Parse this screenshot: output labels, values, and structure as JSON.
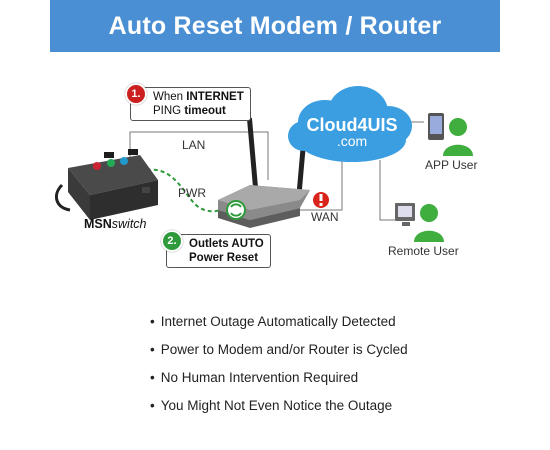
{
  "banner": {
    "title": "Auto Reset Modem / Router"
  },
  "callout1": {
    "number": "1.",
    "line1_prefix": "When ",
    "line1_bold": "INTERNET",
    "line2_prefix": "PING ",
    "line2_bold": "timeout",
    "color": "#cc1f1f"
  },
  "callout2": {
    "number": "2.",
    "line1": "Outlets AUTO",
    "line2": "Power Reset",
    "color": "#2f9a3c"
  },
  "labels": {
    "lan": "LAN",
    "pwr": "PWR",
    "wan": "WAN"
  },
  "device": {
    "brand_bold": "MSN",
    "brand_italic": "switch"
  },
  "cloud": {
    "line1": "Cloud4UIS",
    "line2": ".com"
  },
  "users": {
    "app": "APP User",
    "remote": "Remote User"
  },
  "bullets": [
    "Internet Outage Automatically Detected",
    "Power to Modem and/or Router is Cycled",
    "No Human Intervention Required",
    "You Might Not Even Notice the Outage"
  ],
  "colors": {
    "banner": "#4a8fd4",
    "cloud": "#3a9ee0",
    "warning": "#d9241c",
    "user_green": "#3fae3f"
  }
}
